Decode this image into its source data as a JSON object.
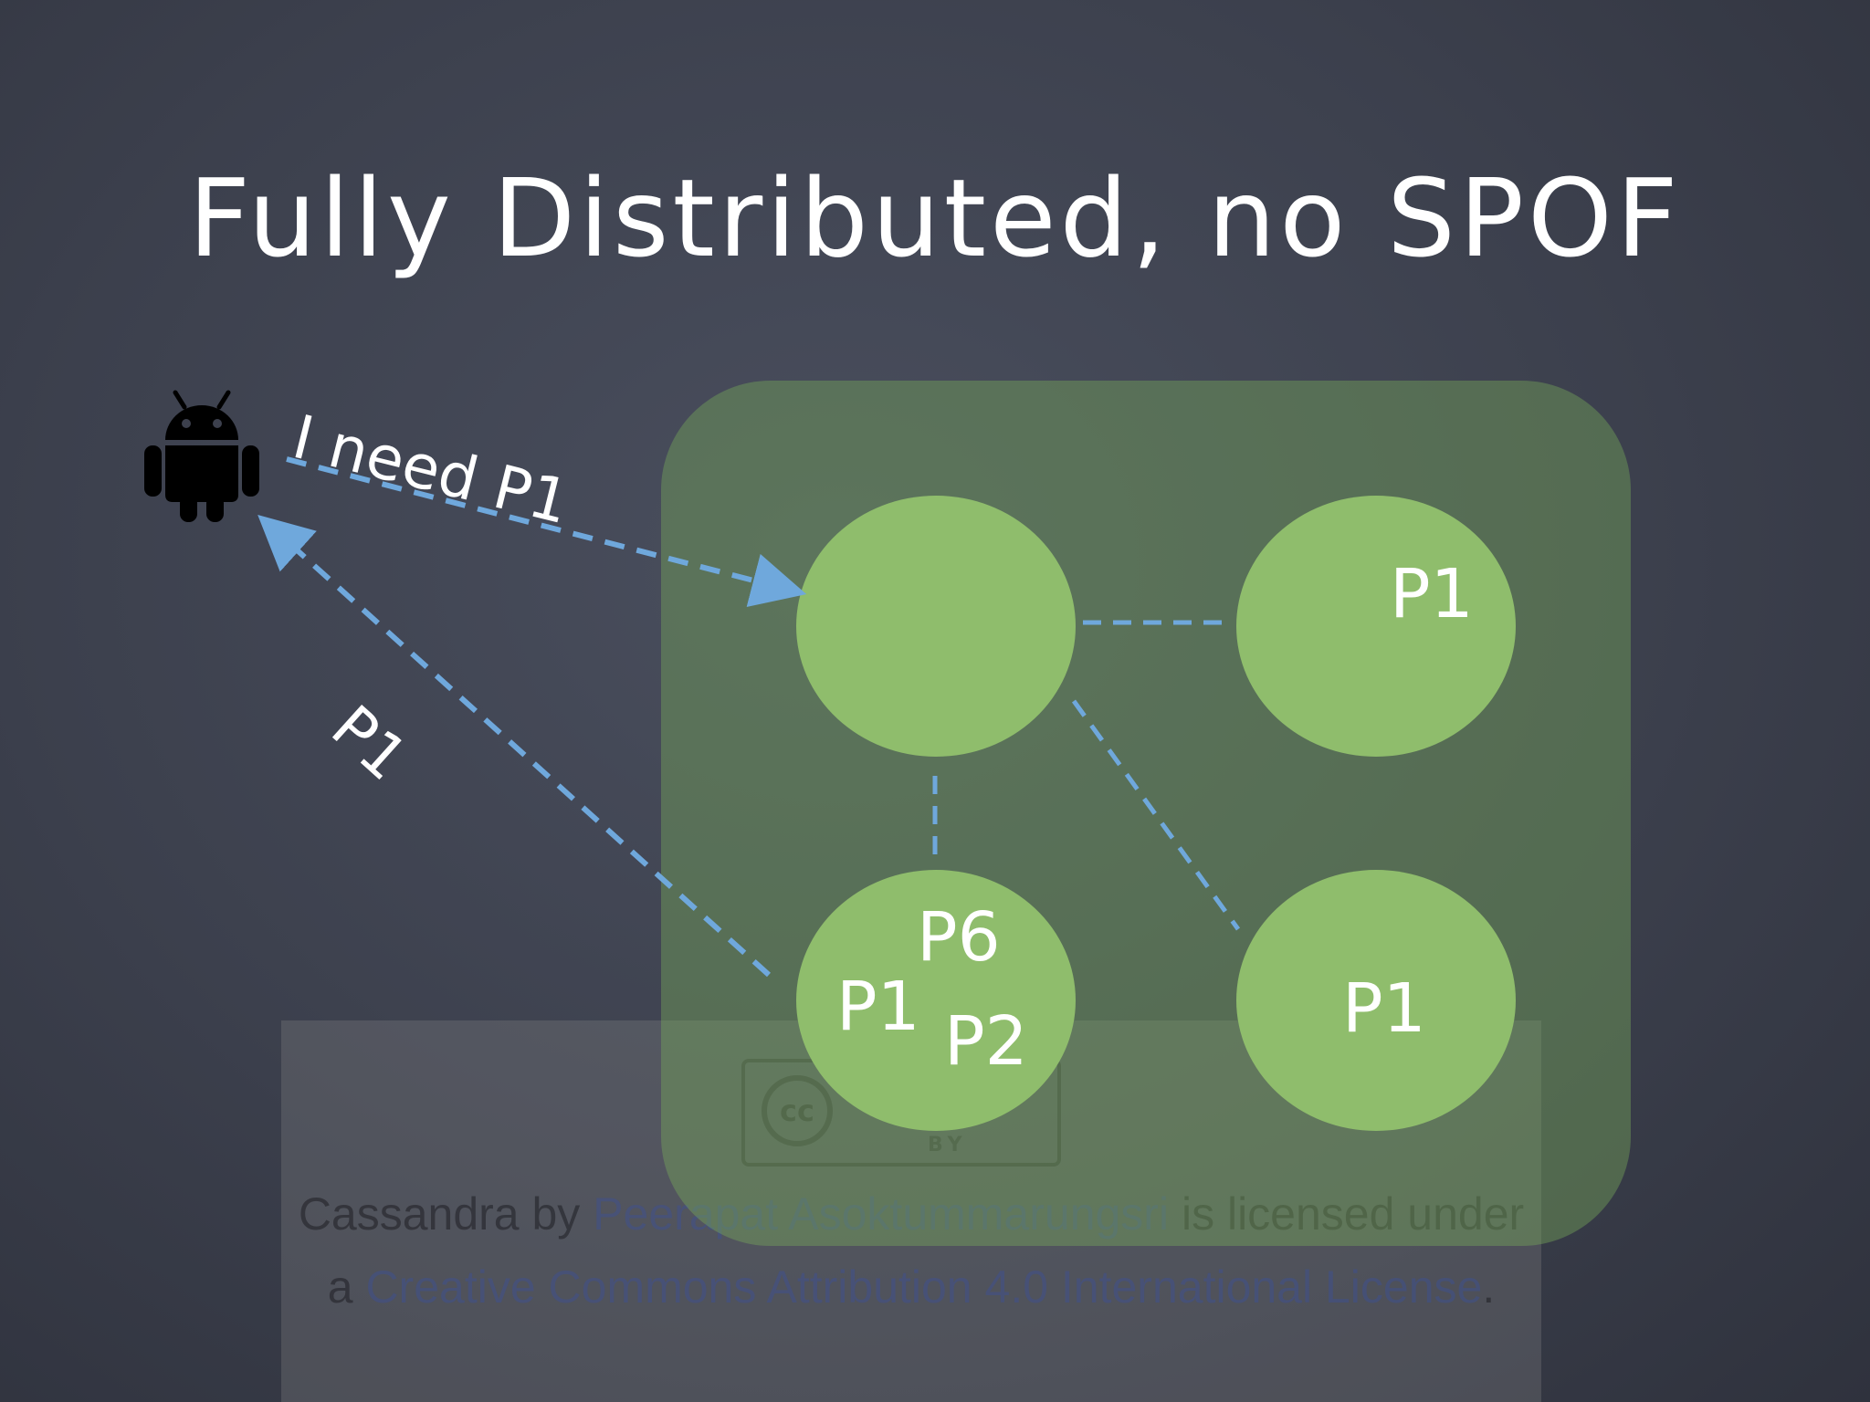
{
  "slide": {
    "title": "Fully Distributed, no SPOF"
  },
  "license": {
    "part1": "Cassandra by ",
    "author": "Peerapat Asoktummarungsri",
    "part2": " is licensed under a ",
    "license_name": "Creative Commons Attribution 4.0 International License",
    "part3": ".",
    "badge_cc": "cc",
    "badge_by": "BY"
  },
  "diagram": {
    "request_label": "I need P1",
    "response_label": "P1",
    "nodes": {
      "top_right": [
        "P1"
      ],
      "bottom_left": [
        "P6",
        "P1",
        "P2"
      ],
      "bottom_right": [
        "P1"
      ]
    },
    "colors": {
      "node": "#8fbd6c",
      "link": "#6fa8dc",
      "cluster": "#78aa5a"
    },
    "icons": {
      "client": "android-icon"
    }
  }
}
